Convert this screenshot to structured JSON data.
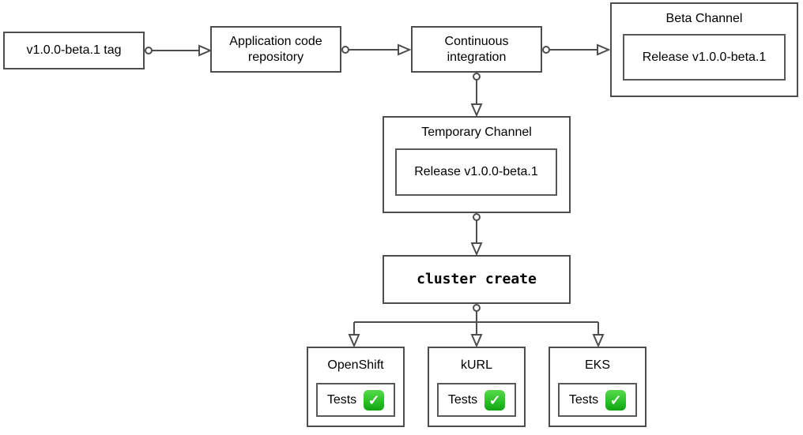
{
  "nodes": {
    "tag": {
      "label": "v1.0.0-beta.1 tag"
    },
    "app_repo": {
      "label": "Application code\nrepository"
    },
    "ci": {
      "label": "Continuous\nintegration"
    },
    "beta_channel": {
      "title": "Beta Channel",
      "release_label": "Release v1.0.0-beta.1"
    },
    "temporary_channel": {
      "title": "Temporary Channel",
      "release_label": "Release v1.0.0-beta.1"
    },
    "cluster_create": {
      "label": "cluster create"
    },
    "clusters": [
      {
        "title": "OpenShift",
        "tests_label": "Tests",
        "status": "passed"
      },
      {
        "title": "kURL",
        "tests_label": "Tests",
        "status": "passed"
      },
      {
        "title": "EKS",
        "tests_label": "Tests",
        "status": "passed"
      }
    ]
  },
  "icons": {
    "check_glyph": "✓",
    "check_icon_name": "check-icon"
  },
  "colors": {
    "line": "#4d4d4d",
    "box_border": "#4d4d4d",
    "inner_box_border": "#595959",
    "text": "#000000",
    "check_green_top": "#58da49",
    "check_green_bottom": "#10a411",
    "check_mark": "#ffffff",
    "background": "#ffffff"
  }
}
